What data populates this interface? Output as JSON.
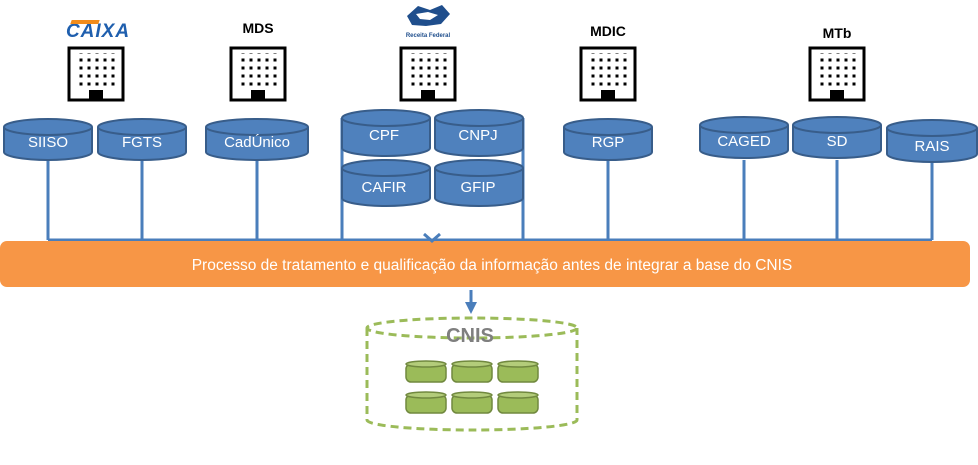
{
  "orgs": {
    "caixa": "CAIXA",
    "mds": "MDS",
    "receita": "Receita Federal",
    "mdic": "MDIC",
    "mtb": "MTb"
  },
  "databases": {
    "siiso": "SIISO",
    "fgts": "FGTS",
    "cadunico": "CadÚnico",
    "cpf": "CPF",
    "cnpj": "CNPJ",
    "cafir": "CAFIR",
    "gfip": "GFIP",
    "rgp": "RGP",
    "caged": "CAGED",
    "sd": "SD",
    "rais": "RAIS"
  },
  "process_bar": {
    "label": "Processo de tratamento e qualificação da informação antes de integrar a base do CNIS"
  },
  "target": {
    "label": "CNIS"
  },
  "colors": {
    "cylinder_fill": "#4f81bd",
    "cylinder_stroke": "#385d8a",
    "connector": "#4a7ebb",
    "bar_fill": "#f79646",
    "target_dash": "#9bbb59",
    "target_blocks": "#9bbb59",
    "caixa_blue": "#1f5fae",
    "caixa_orange": "#f28c1b"
  }
}
